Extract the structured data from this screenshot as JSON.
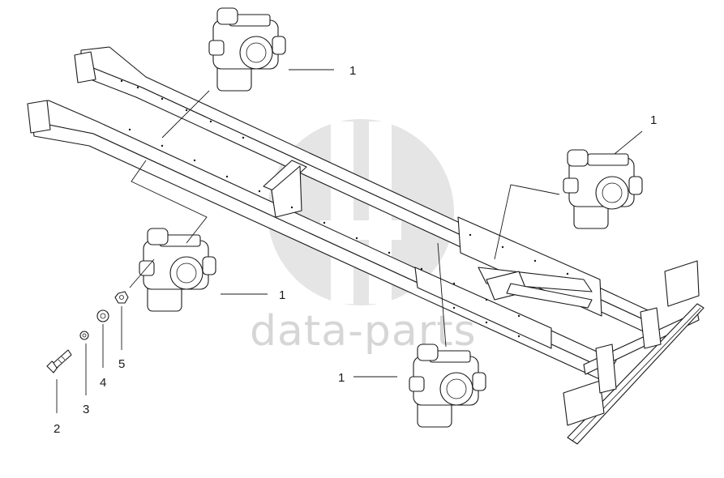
{
  "watermark": {
    "text": "data-parts",
    "color": "#d6d6d6"
  },
  "callouts": {
    "valve_top": "1",
    "valve_right": "1",
    "valve_left": "1",
    "valve_bottom": "1",
    "bolt": "2",
    "washer_small": "3",
    "washer_large": "4",
    "nut": "5"
  },
  "colors": {
    "line": "#1a1a1a",
    "background": "#ffffff"
  }
}
